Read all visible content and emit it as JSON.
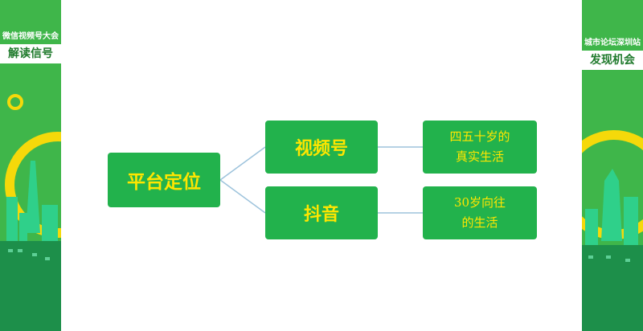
{
  "left_banner": {
    "subtitle": "微信视频号大会",
    "title": "解读信号"
  },
  "right_banner": {
    "subtitle": "城市论坛深圳站",
    "title": "发现机会"
  },
  "diagram": {
    "root": "平台定位",
    "branches": [
      {
        "label": "视频号",
        "leaf": [
          "四五十岁的",
          "真实生活"
        ]
      },
      {
        "label": "抖音",
        "leaf": [
          "30岁向往",
          "的生活"
        ]
      }
    ]
  },
  "colors": {
    "node_fill": "#22b24c",
    "node_text": "#ffe600",
    "banner_green": "#3fb64a",
    "accent_yellow": "#f5d90a",
    "connector": "#9dc3dc"
  }
}
